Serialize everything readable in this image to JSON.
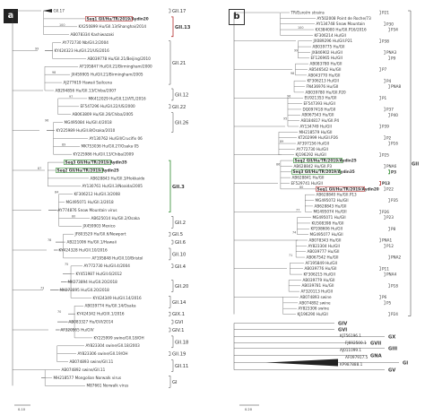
{
  "panels": {
    "a": {
      "letter": "a",
      "leaves": [
        "GII.17",
        "Seq1 GII/Hu/TR/2019/Aydin20",
        "KX250899 Hu/GII.13/Shanghai/2014",
        "AB078334 Kashiwazaki",
        "AY772730 Nb/GII.2/2004",
        "KY424323 Hu/GII.21/US/2016",
        "AB039778 Hu/GII.21/Beijing/2010",
        "AF195847 Hu/GII.21/Birmingham/2000",
        "JX459905 Hu/GII.21/Birmingham/2005",
        "AJ277619 Hawaii Sailcena",
        "AB294856 Hu/GII.13/Chiba/2007",
        "MK412029 Hu/GII.12/ATL/2016",
        "EF547296 Hu/GII.22/US/2000",
        "AB063809 Hu/GII.26/Chiba/2005",
        "MG495084 Hu/GII.4/2018",
        "KY225989 Hu/GII.8/Osaka/2010",
        "AY130762 Hu/GII/Crucifix 06",
        "MK753036 Hu/GII.27/Osaka 05",
        "KY225986 Hu/GII.13/Chiba/2009",
        "Seq3 GII/Hu/TR/2019/Aydin35",
        "Seq2 GII/Hu/TR/2019/Aydin25",
        "AB628843 Hu/GII.3/Hokkaido",
        "AY130761 Hu/GII.3/Noaida/2005",
        "KF306212 Hu/GII.3/2008",
        "MG495071 Hu/GII.3/2018",
        "AY774876 Snow Mountain virus",
        "AB625014 Hu/GII.2/Osaka",
        "JX459903 Mexico",
        "JF803529 Hu/GII.6/Newport",
        "AB221006 Hu/GII.1/Hawaii",
        "KY424328 Hu/GII.10/2016",
        "AF195848 Hu/GII.10/Bristol",
        "AY772730 Hu/GII.4/2004",
        "KY451987 Hu/GII.6/2012",
        "MK073894 Hu/GII.20/2018",
        "MK073895 Hu/GII.20/2018",
        "KY424349 Hu/GII.14/2016",
        "AB039774 Hu/GII.14/Osaka",
        "KY424342 Hu/GIX.1/2016",
        "AB083327 Hu/GVI/2014",
        "AF320565 Hu/GIV",
        "KY225999 swine/GII.18/OH",
        "AY823304 swine/GII.18/2003",
        "AY823306 swine/GII.19/OH",
        "AB074893 swine/GII.11",
        "AB074892 swine/GII.11",
        "MH218577 Mongolian Norwalk virus",
        "M87661 Norwalk virus"
      ],
      "genotypes": [
        "GII.17",
        "GII.13",
        "GII.21",
        "GII.12",
        "GII.22",
        "GII.26",
        "GII.3",
        "GII.2",
        "GII.5",
        "GII.6",
        "GII.10",
        "GII.4",
        "GII.14",
        "GII.20",
        "GIX.1",
        "GVI",
        "GIV.1",
        "GII.18",
        "GII.19",
        "GII.11",
        "GI"
      ],
      "bootstraps": [
        "100",
        "99",
        "98",
        "97",
        "96",
        "89",
        "87",
        "84",
        "80",
        "78",
        "75",
        "73",
        "70"
      ],
      "scale": "0.10"
    },
    "b": {
      "letter": "b",
      "leaves": [
        "TR/Euro/m strains",
        "AY502008 Point de Roche/73",
        "AY134748 Snow Mountain",
        "KX384000 Hu/GII.P16/2016",
        "KF306214 Hu/GII",
        "JX089296 Hu/GII.P21",
        "AB039775 Hu/GII",
        "JX846902 Hu/GII",
        "EF126965 Hu/GII",
        "AB083780 Hu/GII",
        "AB546542 Hu/GII",
        "AB043770 Hu/GII",
        "KF306213 Hu/GII",
        "FN436976 Hu/GII",
        "AB039780 Hu/GII.P20",
        "EU921353 Hu/GII",
        "EF547393 Hu/GII",
        "DQ097418 Hu/GII",
        "AB067543 Hu/GII",
        "AB184817 Hu/GII.P4",
        "AY134749 Hu/GII",
        "MH218579 Hu/GII",
        "KT202999 Hu/GII.P26",
        "AF397156 Hu/GII",
        "AY772730 Hu/GII",
        "KJ196292 Hu/GII",
        "Seq2 GII/Hu/TR/2019/Aydin25",
        "AB628842 Hu/GII.P3",
        "Seq3 GII/Hu/TR/2019/Aydin35",
        "AB628841 Hu/GII",
        "EF529741 Hu/GII",
        "Seq1 GII/Hu/TR/2019/Aydin20",
        "AB628840 Hu/GII.P13",
        "MG495072 Hu/GII",
        "AB628843 Hu/GII",
        "MG495074 Hu/GII",
        "MG495071 Hu/GII",
        "KU508398 Hu/GII",
        "KP198606 Hu/GII",
        "MG495077 Hu/GII",
        "AB078343 Hu/GII",
        "AY823304 Hu/GII",
        "AB039777 Hu/GII",
        "AB067542 Hu/GII",
        "AF195849 Hu/GII",
        "AB039776 Hu/GII",
        "KF306215 Hu/GII",
        "AB039779 Hu/GII",
        "AB039781 Hu/GII",
        "AF320113 Hu/GII",
        "AB074893 swine",
        "AB074892 swine",
        "AY823306 swine",
        "KJ196290 Hu/GII"
      ],
      "polymerase_types": [
        "P21",
        "P30",
        "P34",
        "P38",
        "PNA3",
        "P9",
        "P7",
        "P4",
        "PNA8",
        "P1",
        "P37",
        "P40",
        "P39",
        "P2",
        "P16",
        "P25",
        "PNA6",
        "P3",
        "P13",
        "P22",
        "P35",
        "P26",
        "P23",
        "P8",
        "PNA1",
        "P12",
        "PNA2",
        "P11",
        "PNA4",
        "P18",
        "P6",
        "P5",
        "P24"
      ],
      "genogroups": [
        "GII",
        "GIV",
        "GVI",
        "GX",
        "GVII",
        "GIII",
        "GNA",
        "GI",
        "GV"
      ],
      "outgroups": [
        "KJ756196.1",
        "FJ692500.1",
        "AJ011099.1",
        "AF097917.5",
        "KP987888.1"
      ],
      "bootstraps": [
        "100",
        "99",
        "98",
        "96",
        "95",
        "89",
        "86",
        "80",
        "77",
        "74",
        "71"
      ],
      "scale": "0.20"
    }
  },
  "highlight_colors": {
    "seq1": "#b22b2b",
    "seq2": "#2e8b2e",
    "seq3": "#2e8b2e",
    "p13": "#b22b2b",
    "p3": "#2e8b2e",
    "gii13": "#b22b2b",
    "gii3": "#2e8b2e",
    "sequence_text": "#1f2f8f"
  }
}
